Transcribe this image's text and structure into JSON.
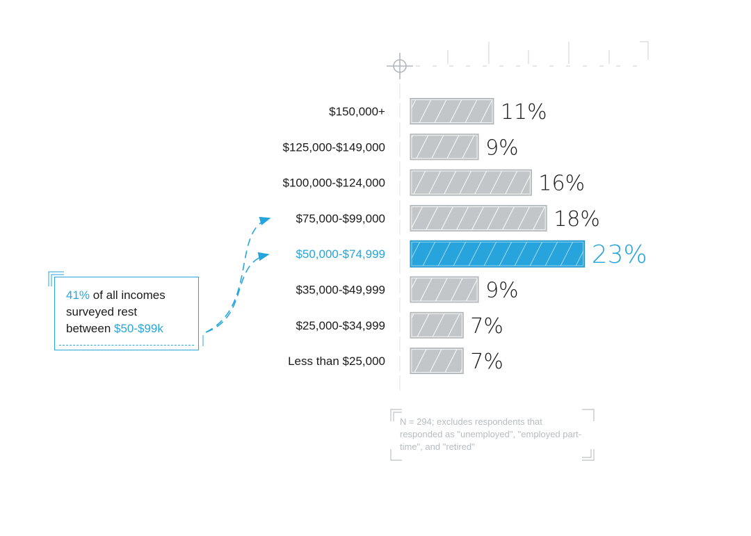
{
  "chart_data": {
    "type": "bar",
    "orientation": "horizontal",
    "categories": [
      "$150,000+",
      "$125,000-$149,000",
      "$100,000-$124,000",
      "$75,000-$99,000",
      "$50,000-$74,999",
      "$35,000-$49,999",
      "$25,000-$34,999",
      "Less than $25,000"
    ],
    "values": [
      11,
      9,
      16,
      18,
      23,
      9,
      7,
      7
    ],
    "value_labels": [
      "11%",
      "9%",
      "16%",
      "18%",
      "23%",
      "9%",
      "7%",
      "7%"
    ],
    "highlight_index": 4,
    "colors": {
      "bar": "#c3c6c8",
      "bar_edge": "#adb2b4",
      "highlight": "#27a4dc",
      "text": "#1a1a1a",
      "note": "#b8bcbe",
      "frame": "#d0d3d5"
    },
    "grid": false,
    "legend": "none"
  },
  "callout": {
    "pct": "41%",
    "line1_rest": " of all incomes",
    "line2": "surveyed rest",
    "line3_start": "between ",
    "range": "$50-$99k"
  },
  "note": {
    "text": "N = 294; excludes respondents that responded as \"unemployed\", \"employed part-time\", and \"retired\""
  },
  "icons": [
    "crosshair-icon"
  ]
}
